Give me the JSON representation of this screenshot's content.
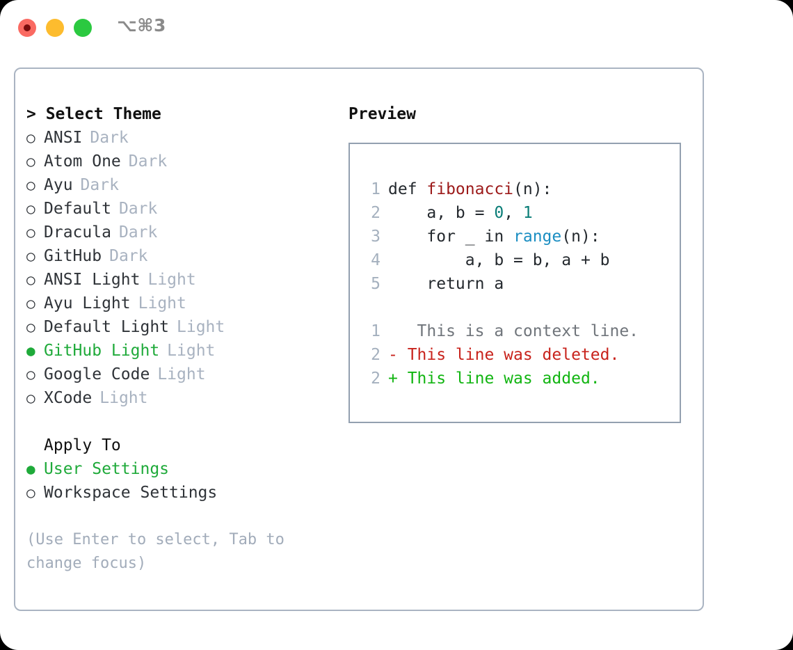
{
  "titlebar": {
    "shortcut": "⌥⌘3",
    "controls": [
      {
        "name": "close",
        "color": "#fa6a62"
      },
      {
        "name": "minimize",
        "color": "#fdbc2e"
      },
      {
        "name": "maximize",
        "color": "#2bc940"
      }
    ]
  },
  "theme_panel": {
    "heading": "> Select Theme",
    "items": [
      {
        "marker": "○",
        "label": "ANSI",
        "variant": "Dark",
        "selected": false
      },
      {
        "marker": "○",
        "label": "Atom One",
        "variant": "Dark",
        "selected": false
      },
      {
        "marker": "○",
        "label": "Ayu",
        "variant": "Dark",
        "selected": false
      },
      {
        "marker": "○",
        "label": "Default",
        "variant": "Dark",
        "selected": false
      },
      {
        "marker": "○",
        "label": "Dracula",
        "variant": "Dark",
        "selected": false
      },
      {
        "marker": "○",
        "label": "GitHub",
        "variant": "Dark",
        "selected": false
      },
      {
        "marker": "○",
        "label": "ANSI Light",
        "variant": "Light",
        "selected": false
      },
      {
        "marker": "○",
        "label": "Ayu Light",
        "variant": "Light",
        "selected": false
      },
      {
        "marker": "○",
        "label": "Default Light",
        "variant": "Light",
        "selected": false
      },
      {
        "marker": "●",
        "label": "GitHub Light",
        "variant": "Light",
        "selected": true
      },
      {
        "marker": "○",
        "label": "Google Code",
        "variant": "Light",
        "selected": false
      },
      {
        "marker": "○",
        "label": "XCode",
        "variant": "Light",
        "selected": false
      }
    ]
  },
  "apply_to": {
    "heading": "Apply To",
    "items": [
      {
        "marker": "●",
        "label": "User Settings",
        "selected": true
      },
      {
        "marker": "○",
        "label": "Workspace Settings",
        "selected": false
      }
    ]
  },
  "hint": "(Use Enter to select, Tab to change focus)",
  "preview": {
    "heading": "Preview",
    "code_lines": [
      {
        "number": "1",
        "tokens": [
          {
            "text": "def ",
            "cls": "tok-plain"
          },
          {
            "text": "fibonacci",
            "cls": "tok-func"
          },
          {
            "text": "(n):",
            "cls": "tok-plain"
          }
        ]
      },
      {
        "number": "2",
        "tokens": [
          {
            "text": "    a, b = ",
            "cls": "tok-plain"
          },
          {
            "text": "0",
            "cls": "tok-num"
          },
          {
            "text": ", ",
            "cls": "tok-plain"
          },
          {
            "text": "1",
            "cls": "tok-num"
          }
        ]
      },
      {
        "number": "3",
        "tokens": [
          {
            "text": "    for _ in ",
            "cls": "tok-plain"
          },
          {
            "text": "range",
            "cls": "tok-builtin"
          },
          {
            "text": "(n):",
            "cls": "tok-plain"
          }
        ]
      },
      {
        "number": "4",
        "tokens": [
          {
            "text": "        a, b = b, a + b",
            "cls": "tok-plain"
          }
        ]
      },
      {
        "number": "5",
        "tokens": [
          {
            "text": "    return a",
            "cls": "tok-plain"
          }
        ]
      }
    ],
    "diff_lines": [
      {
        "number": "1",
        "sign": " ",
        "text": "  This is a context line.",
        "cls": "diff-ctx"
      },
      {
        "number": "2",
        "sign": "-",
        "text": " This line was deleted.",
        "cls": "diff-del"
      },
      {
        "number": "2",
        "sign": "+",
        "text": " This line was added.",
        "cls": "diff-add"
      }
    ]
  },
  "colors": {
    "accent_green": "#1faa3a",
    "muted": "#a8b2c0",
    "border": "#aab4c2",
    "preview_border": "#93a0b0",
    "diff_add": "#12b512",
    "diff_del": "#c8231c",
    "syntax_func": "#9c1a1a",
    "syntax_num": "#0a7d77",
    "syntax_builtin": "#1b8ec2"
  }
}
